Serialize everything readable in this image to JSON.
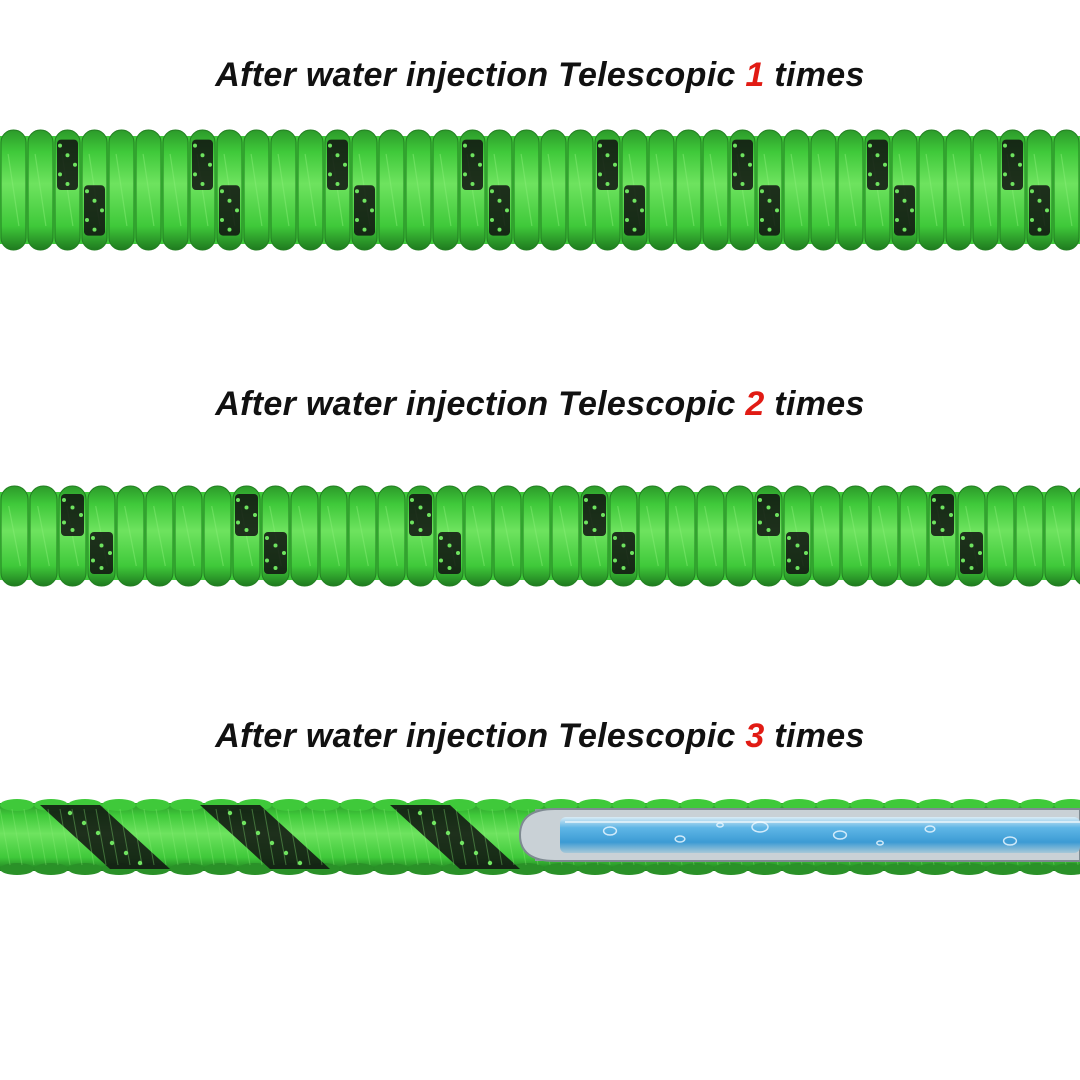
{
  "sections": [
    {
      "caption_prefix": "After water injection Telescopic",
      "number": "1",
      "caption_suffix": "times",
      "hose_state": "tightly-compressed"
    },
    {
      "caption_prefix": "After water injection Telescopic",
      "number": "2",
      "caption_suffix": "times",
      "hose_state": "partially-expanded"
    },
    {
      "caption_prefix": "After water injection Telescopic",
      "number": "3",
      "caption_suffix": "times",
      "hose_state": "fully-expanded-with-water-tube"
    }
  ],
  "colors": {
    "hose_green": "#3fc93a",
    "hose_light_green": "#6ee35f",
    "hose_stripe": "#111111",
    "highlight_number": "#e11b14",
    "water_blue": "#5fb6e6"
  }
}
